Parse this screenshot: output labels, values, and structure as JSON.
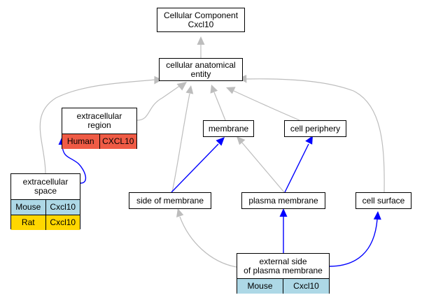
{
  "colors": {
    "gray_edge": "#bdbdbd",
    "blue_edge": "#0000ff",
    "human_cell": "#ef5b45",
    "mouse_cell": "#add8e6",
    "rat_cell": "#ffd700"
  },
  "nodes": {
    "cellular_component": {
      "line1": "Cellular Component",
      "line2": "Cxcl10"
    },
    "cellular_anatomical_entity": {
      "line1": "cellular anatomical",
      "line2": "entity"
    },
    "extracellular_region": {
      "line1": "extracellular",
      "line2": "region",
      "rows": [
        {
          "species": "Human",
          "gene": "CXCL10"
        }
      ]
    },
    "membrane": {
      "line1": "membrane"
    },
    "cell_periphery": {
      "line1": "cell periphery"
    },
    "extracellular_space": {
      "line1": "extracellular",
      "line2": "space",
      "rows": [
        {
          "species": "Mouse",
          "gene": "Cxcl10"
        },
        {
          "species": "Rat",
          "gene": "Cxcl10"
        }
      ]
    },
    "side_of_membrane": {
      "line1": "side of membrane"
    },
    "plasma_membrane": {
      "line1": "plasma membrane"
    },
    "cell_surface": {
      "line1": "cell surface"
    },
    "external_side_of_plasma_membrane": {
      "line1": "external side",
      "line2": "of plasma membrane",
      "rows": [
        {
          "species": "Mouse",
          "gene": "Cxcl10"
        }
      ]
    }
  }
}
